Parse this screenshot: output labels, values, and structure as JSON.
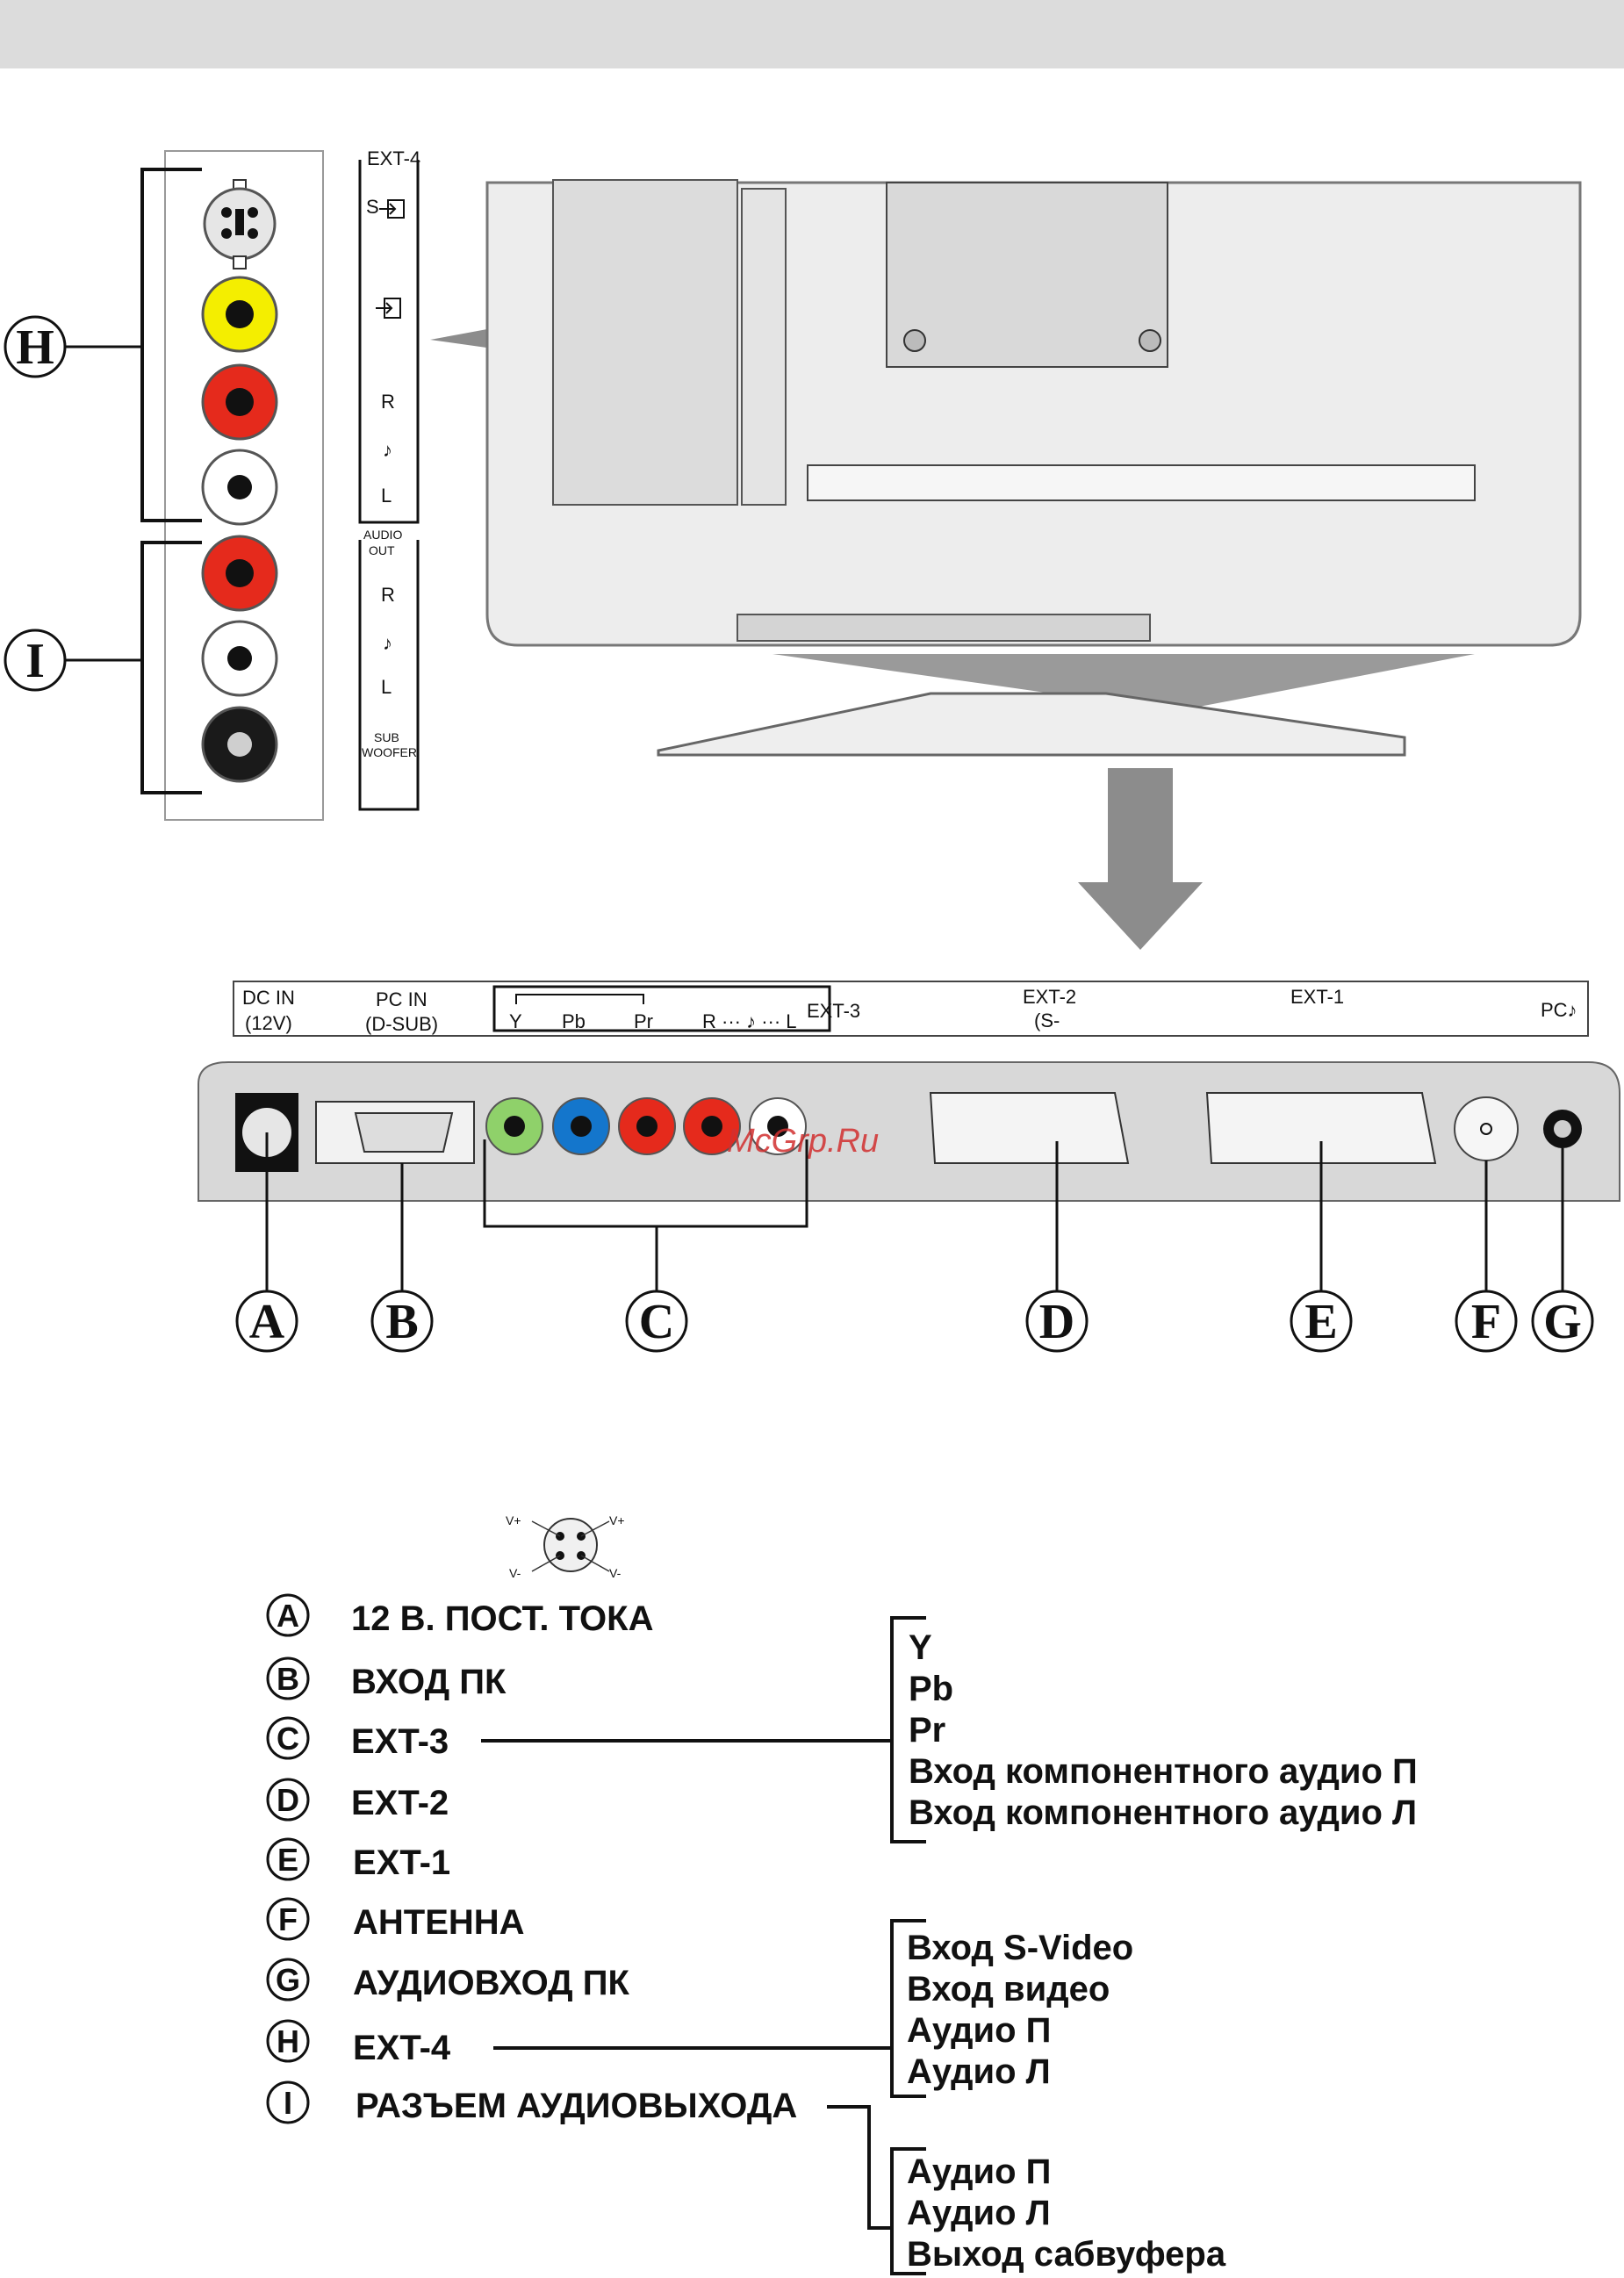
{
  "callouts": [
    "A",
    "B",
    "C",
    "D",
    "E",
    "F",
    "G",
    "H",
    "I"
  ],
  "side_panel": {
    "title": "EXT-4",
    "svideo_label": "S",
    "audio_r": "R",
    "audio_l": "L",
    "audio_out_label": "AUDIO",
    "audio_out_label2": "OUT",
    "out_r": "R",
    "out_l": "L",
    "sub_label": "SUB",
    "sub_label2": "WOOFER"
  },
  "rear_strip": {
    "dc_in": "DC IN",
    "dc_in_sub": "(12V)",
    "pc_in": "PC IN",
    "pc_in_sub": "(D-SUB)",
    "y": "Y",
    "pb": "Pb",
    "pr": "Pr",
    "rl": "R ··· ♪ ··· L",
    "ext3": "EXT-3",
    "ext2": "EXT-2",
    "ext2_sub": "(S-",
    "ext1": "EXT-1",
    "pc_audio": "PC♪"
  },
  "watermark": "McGrp.Ru",
  "svideo_pins": {
    "tl": "V+",
    "tr": "V+",
    "bl": "V-",
    "br": "V-"
  },
  "legend": [
    {
      "letter": "A",
      "text": "12 В. ПОСТ. ТОКА"
    },
    {
      "letter": "B",
      "text": "ВХОД ПК"
    },
    {
      "letter": "C",
      "text": "EXT-3"
    },
    {
      "letter": "D",
      "text": "EXT-2"
    },
    {
      "letter": "E",
      "text": "EXT-1"
    },
    {
      "letter": "F",
      "text": "АНТЕННА"
    },
    {
      "letter": "G",
      "text": "АУДИОВХОД ПК"
    },
    {
      "letter": "H",
      "text": "EXT-4"
    },
    {
      "letter": "I",
      "text": "РАЗЪЕМ АУДИОВЫХОДА"
    }
  ],
  "ext3_items": [
    "Y",
    "Pb",
    "Pr",
    "Вход компонентного аудио П",
    "Вход компонентного аудио Л"
  ],
  "ext4_items": [
    "Вход S-Video",
    "Вход видео",
    "Аудио П",
    "Аудио Л"
  ],
  "audio_out_items": [
    "Аудио П",
    "Аудио Л",
    "Выход сабвуфера"
  ]
}
